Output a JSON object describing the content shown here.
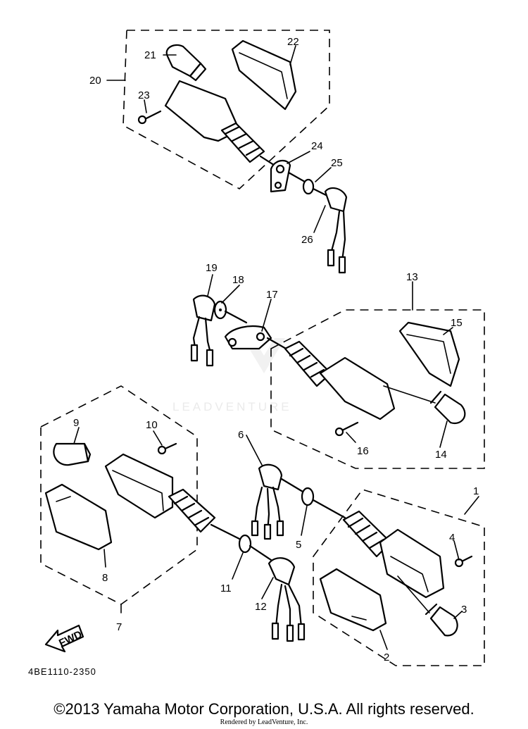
{
  "diagram": {
    "callouts": {
      "p1": "1",
      "p2": "2",
      "p3": "3",
      "p4": "4",
      "p5": "5",
      "p6": "6",
      "p7": "7",
      "p8": "8",
      "p9": "9",
      "p10": "10",
      "p11": "11",
      "p12": "12",
      "p13": "13",
      "p14": "14",
      "p15": "15",
      "p16": "16",
      "p17": "17",
      "p18": "18",
      "p19": "19",
      "p20": "20",
      "p21": "21",
      "p22": "22",
      "p23": "23",
      "p24": "24",
      "p25": "25",
      "p26": "26"
    },
    "fwd_label": "FWD",
    "drawing_code": "4BE1110-2350",
    "watermark": "LEADVENTURE"
  },
  "footer": {
    "copyright": "©2013 Yamaha Motor Corporation, U.S.A. All rights reserved.",
    "rendered_by": "Rendered by LeadVenture, Inc."
  }
}
